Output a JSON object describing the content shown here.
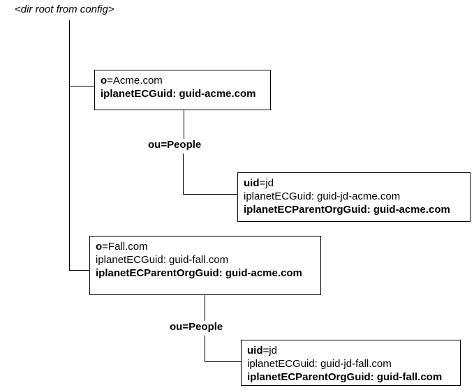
{
  "diagram": {
    "root_label": "<dir root from config>",
    "labels": {
      "ou_people_acme": "ou=People",
      "ou_people_fall": "ou=People"
    }
  },
  "nodes": {
    "acme": {
      "rdn_attr": "o",
      "rdn_rest": "=Acme.com",
      "guid_line": "iplanetECGuid: guid-acme.com"
    },
    "jd_acme": {
      "rdn_attr": "uid",
      "rdn_rest": "=jd",
      "guid_line": "iplanetECGuid: guid-jd-acme.com",
      "parent_guid_line": "iplanetECParentOrgGuid: guid-acme.com"
    },
    "fall": {
      "rdn_attr": "o",
      "rdn_rest": "=Fall.com",
      "guid_line": "iplanetECGuid: guid-fall.com",
      "parent_guid_line": "iplanetECParentOrgGuid: guid-acme.com"
    },
    "jd_fall": {
      "rdn_attr": "uid",
      "rdn_rest": "=jd",
      "guid_line": "iplanetECGuid: guid-jd-fall.com",
      "parent_guid_line": "iplanetECParentOrgGuid: guid-fall.com"
    }
  },
  "colors": {
    "line": "#000000",
    "text": "#000000",
    "background": "#ffffff"
  }
}
